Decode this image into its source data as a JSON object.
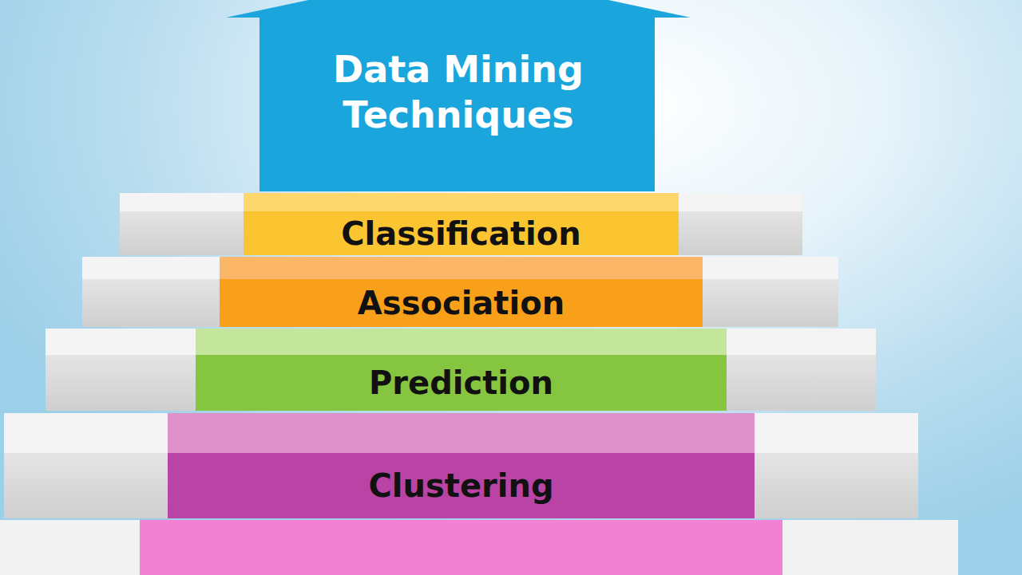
{
  "diagram": {
    "nodes": [
      {
        "text": [
          "Data Mining Techniques"
        ]
      },
      {
        "text": [
          "Classification"
        ]
      },
      {
        "text": [
          "Association"
        ]
      },
      {
        "text": [
          "Prediction"
        ]
      },
      {
        "text": [
          "Clustering"
        ]
      }
    ]
  }
}
